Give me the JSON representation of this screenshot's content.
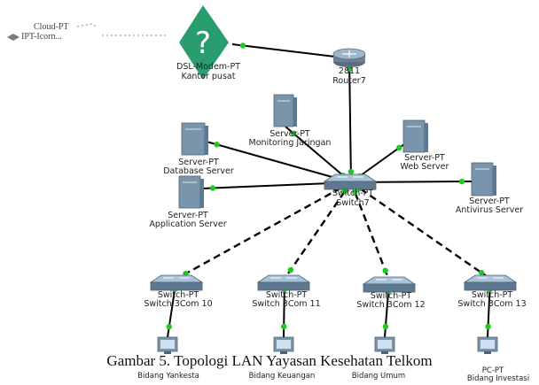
{
  "caption": "Gambar 5. Topologi LAN Yayasan Kesehatan Telkom",
  "colors": {
    "link_solid": "#000000",
    "link_dashed": "#000000",
    "port_light": "#1ec81e",
    "unknown_badge": "#2a9d6f"
  },
  "cloud": {
    "line1": "Cloud-PT",
    "line2": "IPT-Icorn...",
    "icon": "cloud-icon"
  },
  "unknown_icon": "question-diamond-icon",
  "nodes": {
    "dsl_modem": {
      "type": "DSL-Modem-PT",
      "name": "Kantor pusat",
      "icon": "modem-icon"
    },
    "router": {
      "type": "2811",
      "name": "Router7",
      "icon": "router-icon"
    },
    "core_switch": {
      "type": "Switch-PT",
      "name": "Switch7",
      "icon": "switch-icon"
    },
    "srv_monitoring": {
      "type": "Server-PT",
      "name": "Monitoring Jaringan",
      "icon": "server-icon"
    },
    "srv_database": {
      "type": "Server-PT",
      "name": "Database Server",
      "icon": "server-icon"
    },
    "srv_web": {
      "type": "Server-PT",
      "name": "Web Server",
      "icon": "server-icon"
    },
    "srv_application": {
      "type": "Server-PT",
      "name": "Application Server",
      "icon": "server-icon"
    },
    "srv_antivirus": {
      "type": "Server-PT",
      "name": "Antivirus Server",
      "icon": "server-icon"
    },
    "sw10": {
      "type": "Switch-PT",
      "name": "Switch 3Com 10",
      "icon": "switch-icon"
    },
    "sw11": {
      "type": "Switch-PT",
      "name": "Switch 3Com 11",
      "icon": "switch-icon"
    },
    "sw12": {
      "type": "Switch-PT",
      "name": "Switch 3Com 12",
      "icon": "switch-icon"
    },
    "sw13": {
      "type": "Switch-PT",
      "name": "Switch 3Com 13",
      "icon": "switch-icon"
    },
    "pc_yankes": {
      "type": "",
      "name": "Bidang Yankesta",
      "icon": "pc-icon"
    },
    "pc_keu": {
      "type": "",
      "name": "Bidang Keuangan",
      "icon": "pc-icon"
    },
    "pc_umum": {
      "type": "",
      "name": "Bidang Umum",
      "icon": "pc-icon"
    },
    "pc_inv": {
      "type": "PC-PT",
      "name": "Bidang Investasi",
      "icon": "pc-icon"
    }
  },
  "links": [
    {
      "from": "dsl_modem",
      "to": "router",
      "style": "solid"
    },
    {
      "from": "router",
      "to": "core_switch",
      "style": "solid"
    },
    {
      "from": "core_switch",
      "to": "srv_monitoring",
      "style": "solid"
    },
    {
      "from": "core_switch",
      "to": "srv_database",
      "style": "solid"
    },
    {
      "from": "core_switch",
      "to": "srv_web",
      "style": "solid"
    },
    {
      "from": "core_switch",
      "to": "srv_application",
      "style": "solid"
    },
    {
      "from": "core_switch",
      "to": "srv_antivirus",
      "style": "solid"
    },
    {
      "from": "core_switch",
      "to": "sw10",
      "style": "dashed"
    },
    {
      "from": "core_switch",
      "to": "sw11",
      "style": "dashed"
    },
    {
      "from": "core_switch",
      "to": "sw12",
      "style": "dashed"
    },
    {
      "from": "core_switch",
      "to": "sw13",
      "style": "dashed"
    },
    {
      "from": "sw10",
      "to": "pc_yankes",
      "style": "solid"
    },
    {
      "from": "sw11",
      "to": "pc_keu",
      "style": "solid"
    },
    {
      "from": "sw12",
      "to": "pc_umum",
      "style": "solid"
    },
    {
      "from": "sw13",
      "to": "pc_inv",
      "style": "solid"
    }
  ]
}
